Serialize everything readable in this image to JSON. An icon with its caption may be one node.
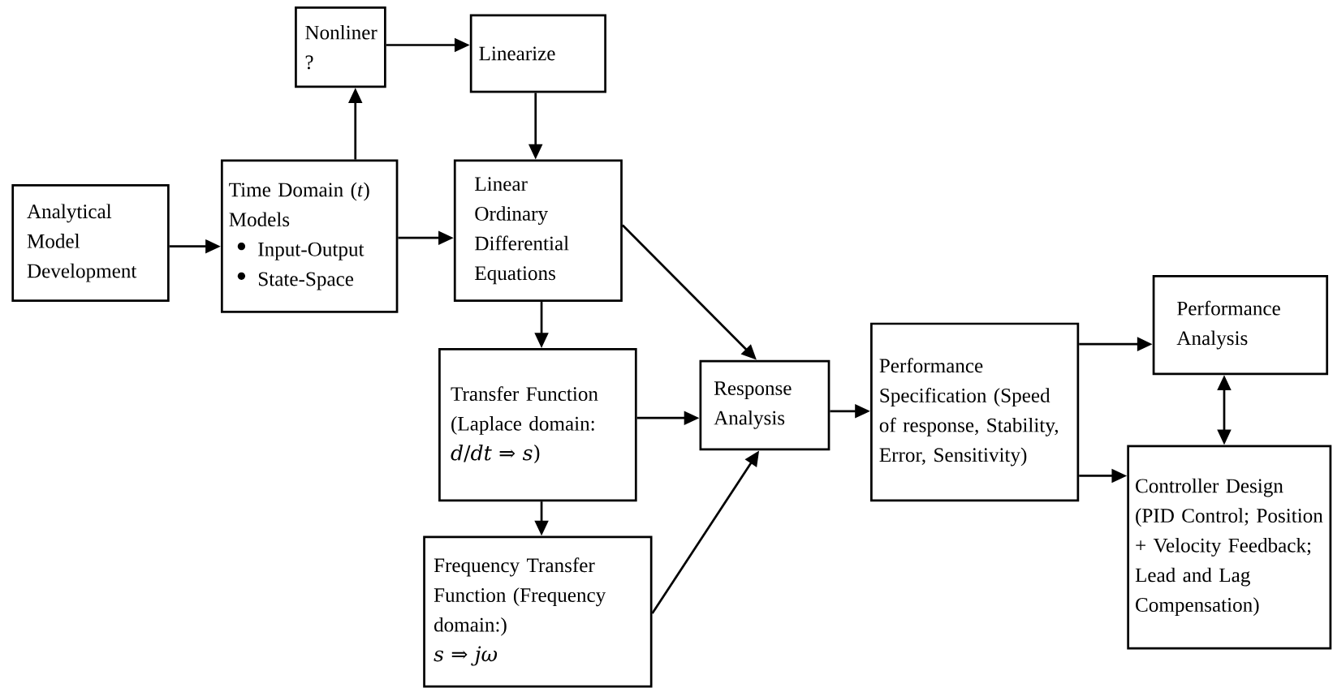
{
  "diagram": {
    "nodes": [
      {
        "text": [
          "Analytical Model Development"
        ]
      },
      {
        "text": [
          "Time Domain (*t*) Models",
          "Input-Output",
          "State-Space"
        ]
      },
      {
        "text": [
          "Nonliner ?"
        ]
      },
      {
        "text": [
          "Linearize"
        ]
      },
      {
        "text": [
          "Linear Ordinary Differential Equations"
        ]
      },
      {
        "text": [
          "Transfer Function (Laplace domain:",
          "*d*/*dt* ⇒ *s*)"
        ]
      },
      {
        "text": [
          "Frequency Transfer Function (Frequency domain:)",
          "*s* ⇒ *jω*"
        ]
      },
      {
        "text": [
          "Response Analysis"
        ]
      },
      {
        "text": [
          "Performance Specification (Speed of response, Stability, Error, Sensitivity)"
        ]
      },
      {
        "text": [
          "Performance Analysis"
        ]
      },
      {
        "text": [
          "Controller Design (PID Control; Position + Velocity Feedback; Lead and Lag Compensation)"
        ]
      }
    ],
    "edges": [
      {
        "from": 0,
        "to": 1,
        "arrow": "to"
      },
      {
        "from": 1,
        "to": 2,
        "arrow": "to"
      },
      {
        "from": 2,
        "to": 3,
        "arrow": "to"
      },
      {
        "from": 3,
        "to": 4,
        "arrow": "to"
      },
      {
        "from": 1,
        "to": 4,
        "arrow": "to"
      },
      {
        "from": 4,
        "to": 7,
        "arrow": "to"
      },
      {
        "from": 4,
        "to": 5,
        "arrow": "to"
      },
      {
        "from": 5,
        "to": 7,
        "arrow": "to"
      },
      {
        "from": 5,
        "to": 6,
        "arrow": "to"
      },
      {
        "from": 6,
        "to": 7,
        "arrow": "to"
      },
      {
        "from": 7,
        "to": 8,
        "arrow": "to"
      },
      {
        "from": 8,
        "to": 9,
        "arrow": "to"
      },
      {
        "from": 8,
        "to": 10,
        "arrow": "to"
      },
      {
        "from": 9,
        "to": 10,
        "arrow": "both"
      }
    ]
  }
}
